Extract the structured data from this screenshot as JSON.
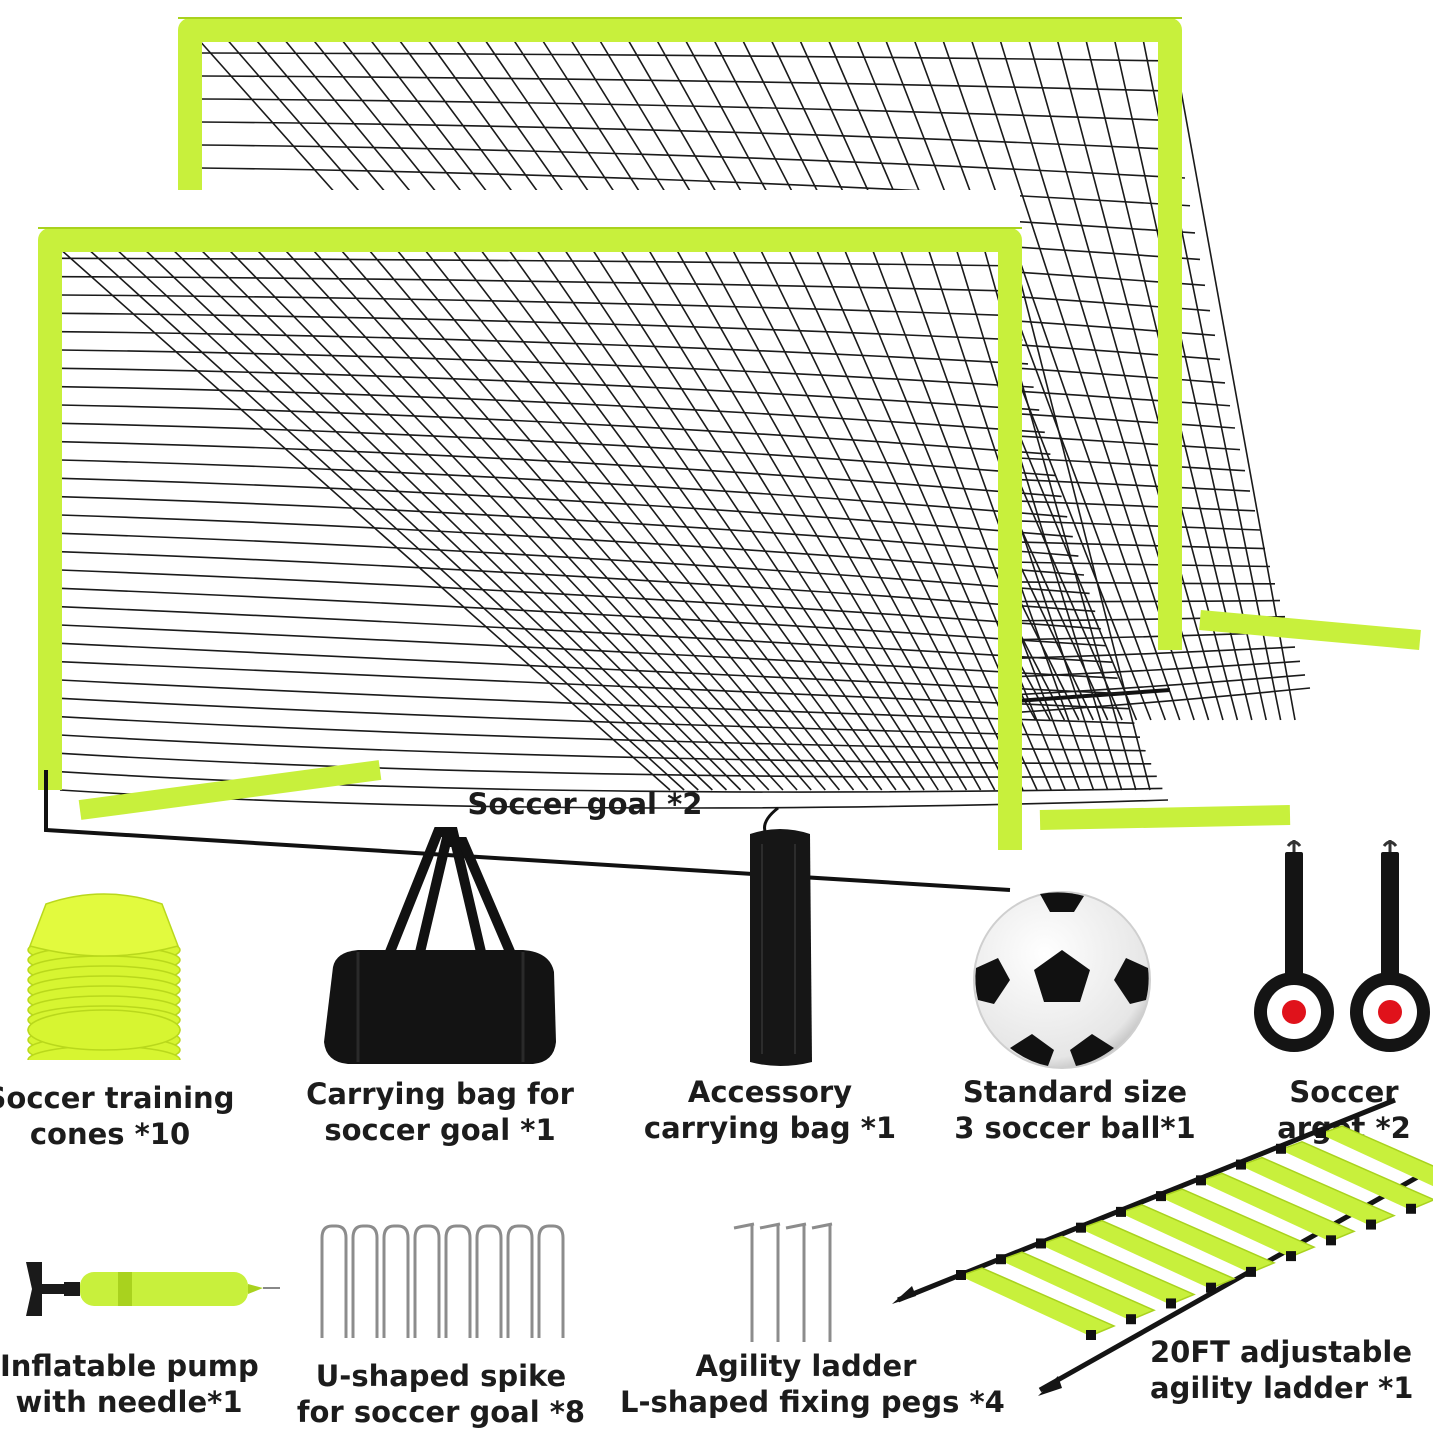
{
  "colors": {
    "frame": "#c8f03c",
    "frame_edge": "#a9d21e",
    "net": "#1a1a1a",
    "black_bag": "#111111",
    "target_red": "#e0121b"
  },
  "labels": {
    "goal": "Soccer goal *2",
    "cones": [
      "Soccer training",
      "cones *10"
    ],
    "goal_bag": [
      "Carrying bag for",
      "soccer goal *1"
    ],
    "acc_bag": [
      "Accessory",
      "carrying bag *1"
    ],
    "ball": [
      "Standard size",
      "3 soccer ball*1"
    ],
    "target": [
      "Soccer",
      "arget *2"
    ],
    "pump": [
      "Inflatable pump",
      "with needle*1"
    ],
    "spike": [
      "U-shaped spike",
      "for soccer goal *8"
    ],
    "pegs": [
      "Agility ladder",
      "L-shaped fixing pegs *4"
    ],
    "ladder": [
      "20FT adjustable",
      "agility ladder *1"
    ]
  },
  "icons": {
    "goal": "soccer-goal-net-icon",
    "cones": "disc-cones-stack-icon",
    "goal_bag": "duffel-bag-icon",
    "acc_bag": "drawstring-bag-icon",
    "ball": "soccer-ball-icon",
    "target": "target-disc-icon",
    "pump": "hand-pump-icon",
    "spike": "u-stake-icon",
    "pegs": "l-peg-icon",
    "ladder": "agility-ladder-icon"
  }
}
